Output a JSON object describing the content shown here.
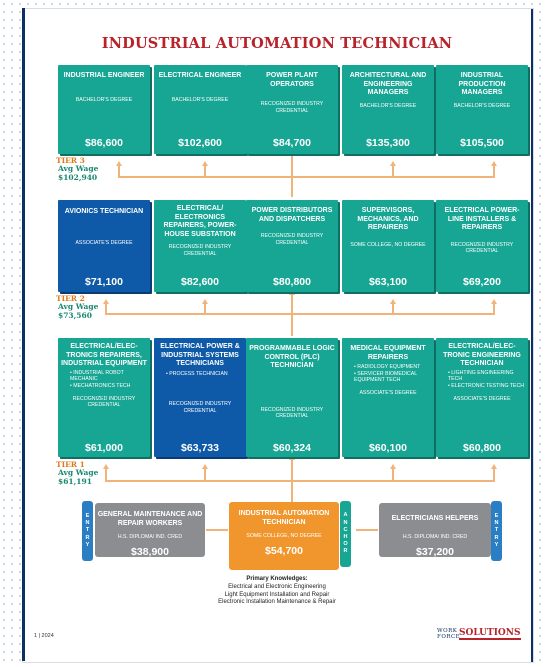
{
  "title": "INDUSTRIAL AUTOMATION TECHNICIAN",
  "tier3": {
    "label": "TIER 3",
    "avg_label": "Avg Wage",
    "avg_wage": "$102,940",
    "boxes": [
      {
        "title": "INDUSTRIAL ENGINEER",
        "sub": "BACHELOR'S DEGREE",
        "wage": "$86,600"
      },
      {
        "title": "ELECTRICAL ENGINEER",
        "sub": "BACHELOR'S DEGREE",
        "wage": "$102,600"
      },
      {
        "title": "POWER PLANT OPERATORS",
        "sub": "RECOGNIZED INDUSTRY CREDENTIAL",
        "wage": "$84,700"
      },
      {
        "title": "ARCHITECTURAL AND ENGINEERING MANAGERS",
        "sub": "BACHELOR'S DEGREE",
        "wage": "$135,300"
      },
      {
        "title": "INDUSTRIAL PRODUCTION MANAGERS",
        "sub": "BACHELOR'S DEGREE",
        "wage": "$105,500"
      }
    ]
  },
  "tier2": {
    "label": "TIER 2",
    "avg_label": "Avg Wage",
    "avg_wage": "$73,560",
    "boxes": [
      {
        "title": "AVIONICS TECHNICIAN",
        "sub": "ASSOCIATE'S DEGREE",
        "wage": "$71,100"
      },
      {
        "title": "ELECTRICAL/ ELECTRONICS REPAIRERS, POWER-HOUSE SUBSTATION",
        "sub": "RECOGNIZED INDUSTRY CREDENTIAL",
        "wage": "$82,600"
      },
      {
        "title": "POWER DISTRIBUTORS AND DISPATCHERS",
        "sub": "RECOGNIZED INDUSTRY CREDENTIAL",
        "wage": "$80,800"
      },
      {
        "title": "SUPERVISORS, MECHANICS, AND REPAIRERS",
        "sub": "SOME COLLEGE, NO DEGREE",
        "wage": "$63,100"
      },
      {
        "title": "ELECTRICAL POWER-LINE INSTALLERS & REPAIRERS",
        "sub": "RECOGNIZED INDUSTRY CREDENTIAL",
        "wage": "$69,200"
      }
    ]
  },
  "tier1": {
    "label": "TIER 1",
    "avg_label": "Avg Wage",
    "avg_wage": "$61,191",
    "boxes": [
      {
        "title": "ELECTRICAL/ELEC-TRONICS REPAIRERS, INDUSTRIAL EQUIPMENT",
        "list1": "• INDUSTRIAL ROBOT MECHANIC",
        "list2": "• MECHATRONICS TECH",
        "sub": "RECOGNIZED INDUSTRY CREDENTIAL",
        "wage": "$61,000"
      },
      {
        "title": "ELECTRICAL POWER & INDUSTRIAL SYSTEMS TECHNICIANS",
        "list1": "• PROCESS TECHNICIAN",
        "list2": "",
        "sub": "RECOGNIZED INDUSTRY CREDENTIAL",
        "wage": "$63,733"
      },
      {
        "title": "PROGRAMMABLE LOGIC CONTROL (PLC) TECHNICIAN",
        "list1": "",
        "list2": "",
        "sub": "RECOGNIZED INDUSTRY CREDENTIAL",
        "wage": "$60,324"
      },
      {
        "title": "MEDICAL EQUIPMENT REPAIRERS",
        "list1": "• RADIOLOGY EQUIPMENT",
        "list2": "• SERVICER BIOMEDICAL EQUIPMENT TECH",
        "sub": "ASSOCIATE'S DEGREE",
        "wage": "$60,100"
      },
      {
        "title": "ELECTRICAL/ELEC-TRONIC ENGINEERING TECHNICIAN",
        "list1": "• LIGHTING ENGINEERING TECH",
        "list2": "• ELECTRONIC TESTING TECH",
        "sub": "ASSOCIATE'S DEGREE",
        "wage": "$60,800"
      }
    ]
  },
  "entry": {
    "left": {
      "title": "GENERAL MAINTENANCE AND REPAIR WORKERS",
      "sub": "H.S. DIPLOMA/ IND. CRED",
      "wage": "$38,900",
      "tag": [
        "E",
        "N",
        "T",
        "R",
        "Y"
      ]
    },
    "center": {
      "title": "INDUSTRIAL AUTOMATION TECHNICIAN",
      "sub": "SOME COLLEGE, NO DEGREE",
      "wage": "$54,700",
      "tag": [
        "A",
        "N",
        "C",
        "H",
        "O",
        "R"
      ]
    },
    "right": {
      "title": "ELECTRICIANS HELPERS",
      "sub": "H.S. DIPLOMA/ IND. CRED",
      "wage": "$37,200",
      "tag": [
        "E",
        "N",
        "T",
        "R",
        "Y"
      ]
    }
  },
  "knowledges": {
    "heading": "Primary Knowledges:",
    "items": [
      "Electrical and Electronic Engineering",
      "Light Equipment Installation and Repair",
      "Electronic Installation Maintenance & Repair"
    ]
  },
  "footer": {
    "page": "1 | 2024",
    "logo_small": "WORK FORCE",
    "logo_big": "SOLUTIONS"
  },
  "colors": {
    "teal": "#17a594",
    "blue": "#0e5aa8",
    "gray": "#8b8d90",
    "orange": "#f0962d",
    "title_red": "#b8232b",
    "connector": "#f0b47a"
  }
}
